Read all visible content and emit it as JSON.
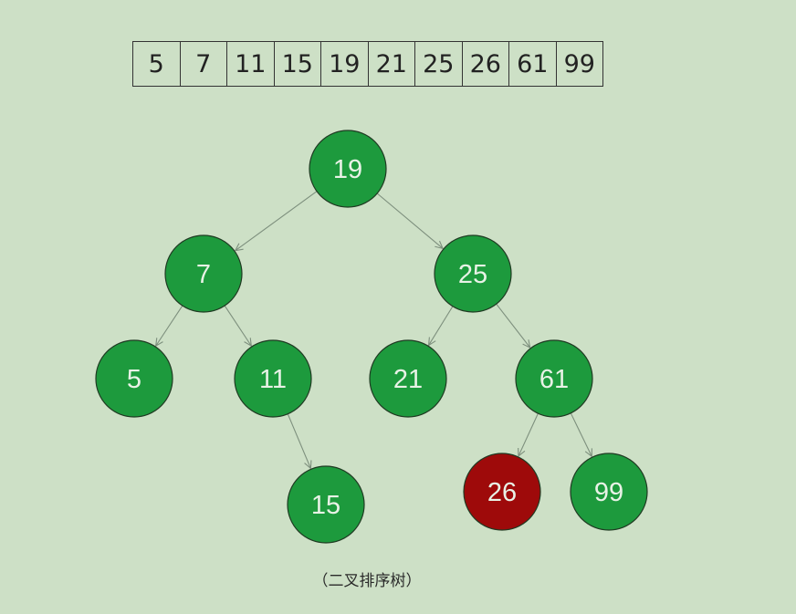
{
  "sorted_array": [
    "5",
    "7",
    "11",
    "15",
    "19",
    "21",
    "25",
    "26",
    "61",
    "99"
  ],
  "caption": "（二叉排序树）",
  "colors": {
    "background": "#cde0c6",
    "node_fill": "#1d9a3d",
    "node_highlight_fill": "#9e0a0a",
    "node_stroke": "#1f3a22",
    "edge": "#7d8f7d",
    "label": "#e8f2e6"
  },
  "tree": {
    "nodes": [
      {
        "id": "n19",
        "label": "19",
        "highlight": false
      },
      {
        "id": "n7",
        "label": "7",
        "highlight": false
      },
      {
        "id": "n25",
        "label": "25",
        "highlight": false
      },
      {
        "id": "n5",
        "label": "5",
        "highlight": false
      },
      {
        "id": "n11",
        "label": "11",
        "highlight": false
      },
      {
        "id": "n21",
        "label": "21",
        "highlight": false
      },
      {
        "id": "n61",
        "label": "61",
        "highlight": false
      },
      {
        "id": "n15",
        "label": "15",
        "highlight": false
      },
      {
        "id": "n26",
        "label": "26",
        "highlight": true
      },
      {
        "id": "n99",
        "label": "99",
        "highlight": false
      }
    ],
    "edges": [
      {
        "from": "n19",
        "to": "n7"
      },
      {
        "from": "n19",
        "to": "n25"
      },
      {
        "from": "n7",
        "to": "n5"
      },
      {
        "from": "n7",
        "to": "n11"
      },
      {
        "from": "n25",
        "to": "n21"
      },
      {
        "from": "n25",
        "to": "n61"
      },
      {
        "from": "n11",
        "to": "n15"
      },
      {
        "from": "n61",
        "to": "n26"
      },
      {
        "from": "n61",
        "to": "n99"
      }
    ]
  }
}
